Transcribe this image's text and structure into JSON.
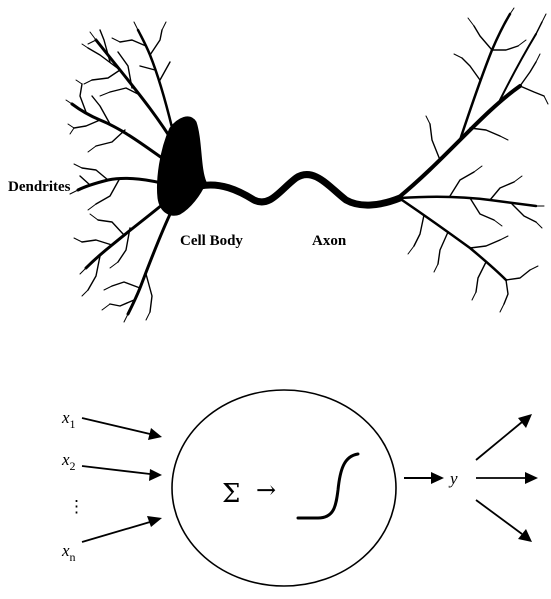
{
  "neuron": {
    "labels": {
      "dendrites": "Dendrites",
      "cell_body": "Cell Body",
      "axon": "Axon"
    }
  },
  "perceptron": {
    "inputs": {
      "x1_base": "x",
      "x1_sub": "1",
      "x2_base": "x",
      "x2_sub": "2",
      "dots": "⋮",
      "xn_base": "x",
      "xn_sub": "n"
    },
    "sum_symbol": "Σ",
    "inner_arrow": "→",
    "output": "y"
  }
}
